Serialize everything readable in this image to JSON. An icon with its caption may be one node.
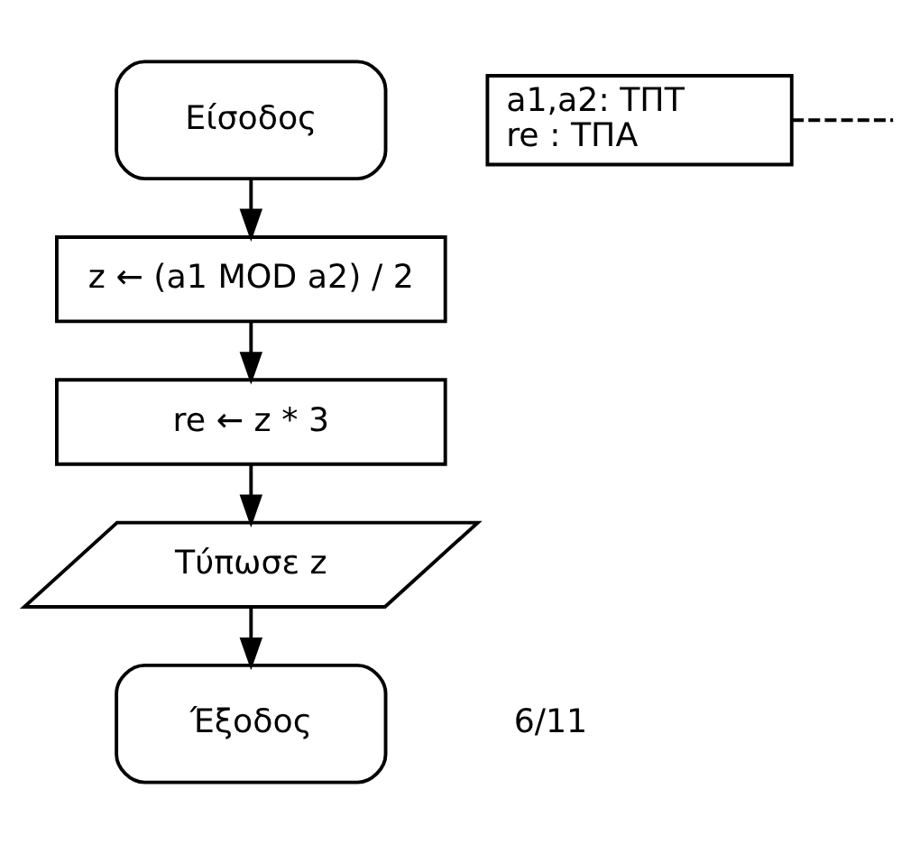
{
  "diagram": {
    "nodes": [
      {
        "text": [
          "Είσοδος"
        ]
      },
      {
        "text": [
          "a1,a2: ΤΠΤ",
          "re : ΤΠΑ"
        ]
      },
      {
        "text": [
          "z ← (a1 MOD a2) / 2"
        ]
      },
      {
        "text": [
          "re ← z * 3"
        ]
      },
      {
        "text": [
          "Τύπωσε z"
        ]
      },
      {
        "text": [
          "Έξοδος"
        ]
      }
    ],
    "edges": [
      {
        "from": 0,
        "to": 2,
        "arrow": "to"
      },
      {
        "from": 1,
        "to": null,
        "arrow": "none",
        "style": "dashed"
      },
      {
        "from": 2,
        "to": 3,
        "arrow": "to"
      },
      {
        "from": 3,
        "to": 4,
        "arrow": "to"
      },
      {
        "from": 4,
        "to": 5,
        "arrow": "to"
      }
    ],
    "labels": [
      "6/11"
    ]
  }
}
